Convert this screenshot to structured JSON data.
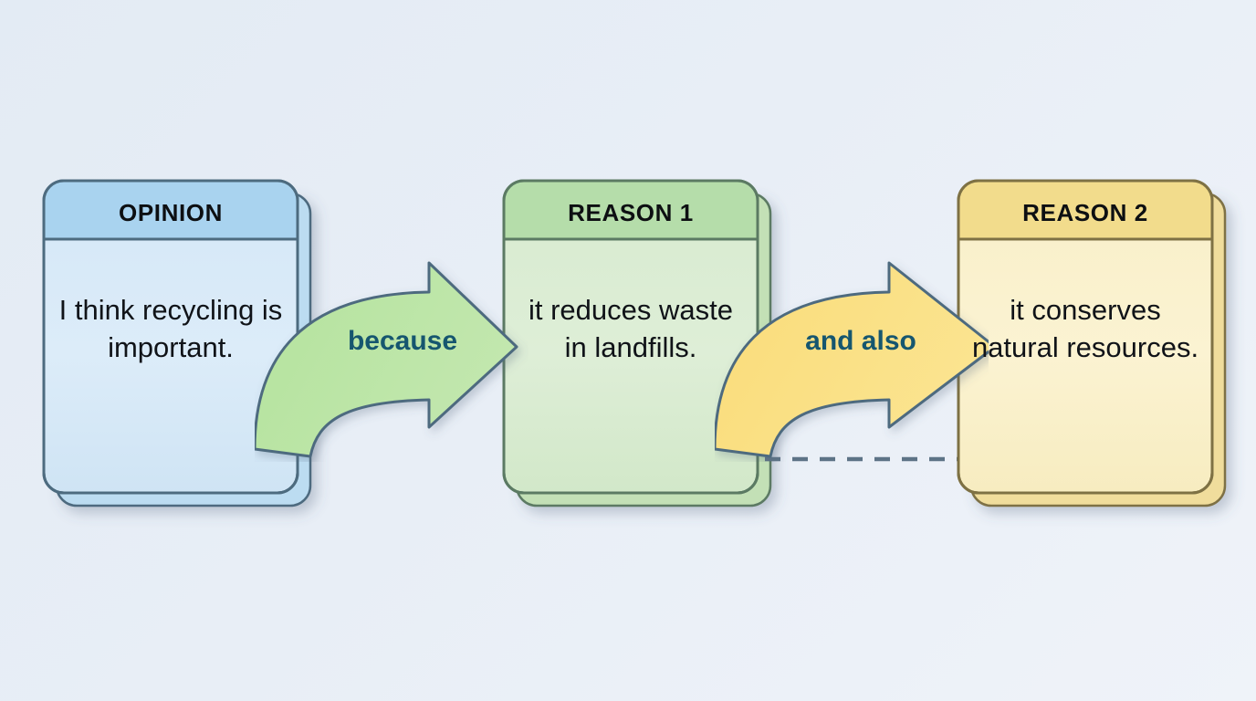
{
  "diagram": {
    "type": "opinion-reason-flow",
    "background_gradient": [
      "#e3ebf4",
      "#eff3f9"
    ],
    "cards": [
      {
        "id": "opinion",
        "title": "OPINION",
        "body": "I think recycling is important.",
        "header_color": "#a9d3ef",
        "body_color": "#dcebf8",
        "border_color": "#4d6b7f"
      },
      {
        "id": "reason-1",
        "title": "REASON 1",
        "body": "it reduces waste in landfills.",
        "header_color": "#b5ddaa",
        "body_color": "#dcecd4",
        "border_color": "#5b7a63"
      },
      {
        "id": "reason-2",
        "title": "REASON 2",
        "body": "it conserves natural resources.",
        "header_color": "#f2dc8c",
        "body_color": "#faf0cb",
        "border_color": "#7e7144"
      }
    ],
    "connectors": [
      {
        "id": "because",
        "label": "because",
        "from": "opinion",
        "to": "reason-1",
        "fill_color": "#b9e3a3",
        "stroke_color": "#4d6b7f",
        "label_color": "#16566f"
      },
      {
        "id": "and-also",
        "label": "and also",
        "from": "reason-1",
        "to": "reason-2",
        "fill_color": "#fadf82",
        "stroke_color": "#4d6b7f",
        "label_color": "#16566f"
      }
    ],
    "dashed_link": {
      "id": "reason-1-to-reason-2-dashed",
      "stroke_color": "#5d7386",
      "style": "dashed"
    }
  }
}
